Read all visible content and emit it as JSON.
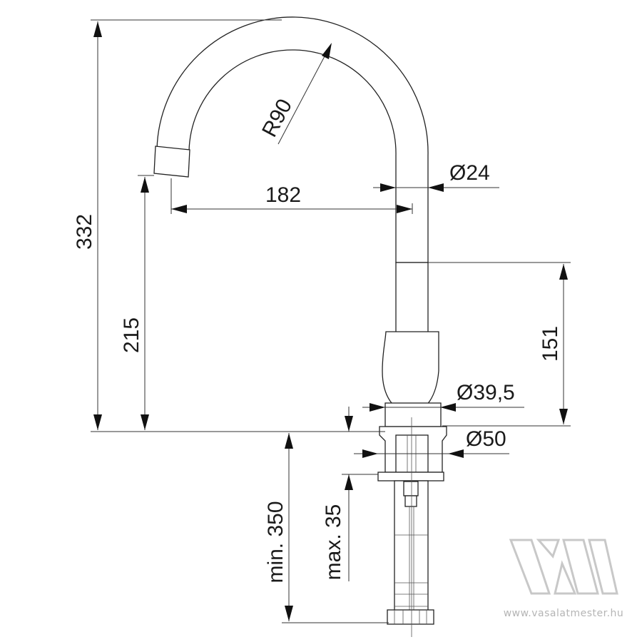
{
  "dimensions": {
    "total_height": "332",
    "spout_height": "215",
    "spout_reach": "182",
    "bend_radius": "R90",
    "spout_diameter": "Ø24",
    "body_height": "151",
    "body_diameter": "Ø39,5",
    "base_diameter": "Ø50",
    "min_shank": "min. 350",
    "max_counter": "max. 35"
  },
  "watermark": {
    "logo_letters": "VM",
    "url": "www.vasalatmester.hu",
    "color": "#c8c8c8"
  }
}
